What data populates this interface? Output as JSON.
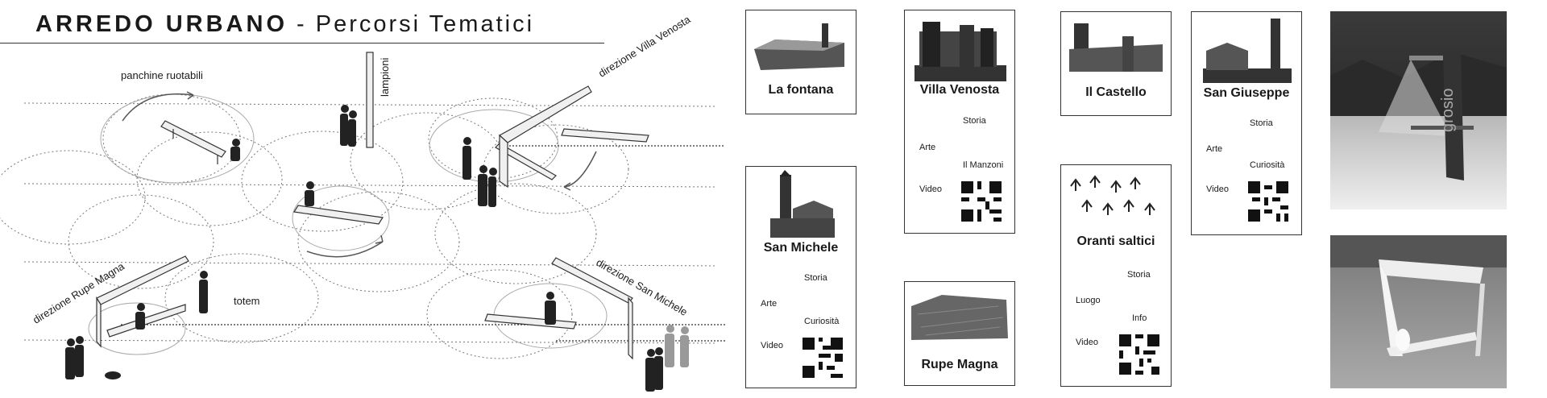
{
  "title": {
    "bold": "ARREDO URBANO",
    "rest": " - Percorsi Tematici"
  },
  "diagram": {
    "labels": {
      "panchine": "panchine ruotabili",
      "lampioni": "lampioni",
      "villa": "direzione Villa Venosta",
      "rupe": "direzione Rupe Magna",
      "totem": "totem",
      "michele": "direzione San Michele"
    }
  },
  "cards": {
    "fontana": {
      "title": "La fontana"
    },
    "villa": {
      "title": "Villa Venosta",
      "l1": "Storia",
      "l2": "Arte",
      "l3": "Il Manzoni",
      "l4": "Video"
    },
    "castello": {
      "title": "Il Castello"
    },
    "giuseppe": {
      "title": "San Giuseppe",
      "l1": "Storia",
      "l2": "Arte",
      "l3": "Curiosità",
      "l4": "Video"
    },
    "michele": {
      "title": "San Michele",
      "l1": "Storia",
      "l2": "Arte",
      "l3": "Curiosità",
      "l4": "Video"
    },
    "rupe": {
      "title": "Rupe Magna"
    },
    "oranti": {
      "title": "Oranti saltici",
      "l1": "Storia",
      "l2": "Luogo",
      "l3": "Info",
      "l4": "Video"
    }
  },
  "photos": {
    "totem_text": "grosio"
  }
}
